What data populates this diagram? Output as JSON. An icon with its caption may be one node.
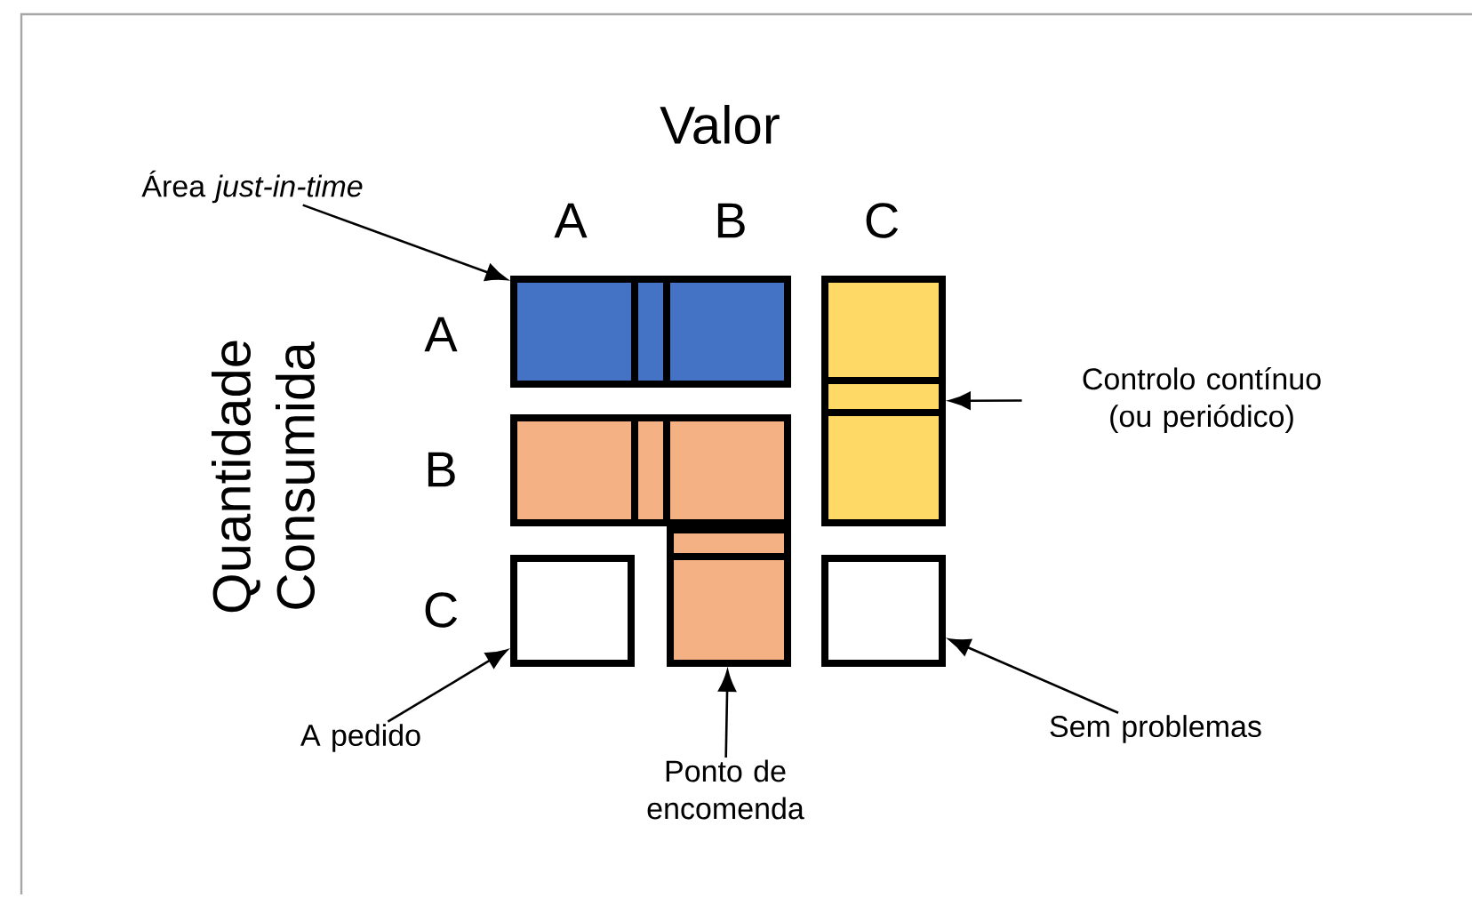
{
  "diagram": {
    "nodes": [
      {
        "text": [
          "Área *just-in-time*"
        ]
      },
      {
        "text": [],
        "shape": "box"
      },
      {
        "text": [],
        "shape": "box"
      },
      {
        "text": [],
        "shape": "box"
      },
      {
        "text": [],
        "shape": "box"
      },
      {
        "text": [],
        "shape": "box"
      },
      {
        "text": [],
        "shape": "box"
      },
      {
        "text": [
          "Controlo contínuo (ou periódico)"
        ]
      },
      {
        "text": [
          "A pedido"
        ]
      },
      {
        "text": [
          "Ponto de encomenda"
        ]
      },
      {
        "text": [
          "Sem problemas"
        ]
      }
    ],
    "edges": [
      {
        "from": 0,
        "to": 1,
        "arrow": "to"
      },
      {
        "from": 7,
        "to": 2,
        "arrow": "to"
      },
      {
        "from": 8,
        "to": 5,
        "arrow": "to"
      },
      {
        "from": 9,
        "to": 4,
        "arrow": "to"
      },
      {
        "from": 10,
        "to": 6,
        "arrow": "to"
      }
    ],
    "labels": [
      "Valor",
      "A",
      "B",
      "C",
      "Quantidade Consumida",
      "A",
      "B",
      "C"
    ]
  }
}
